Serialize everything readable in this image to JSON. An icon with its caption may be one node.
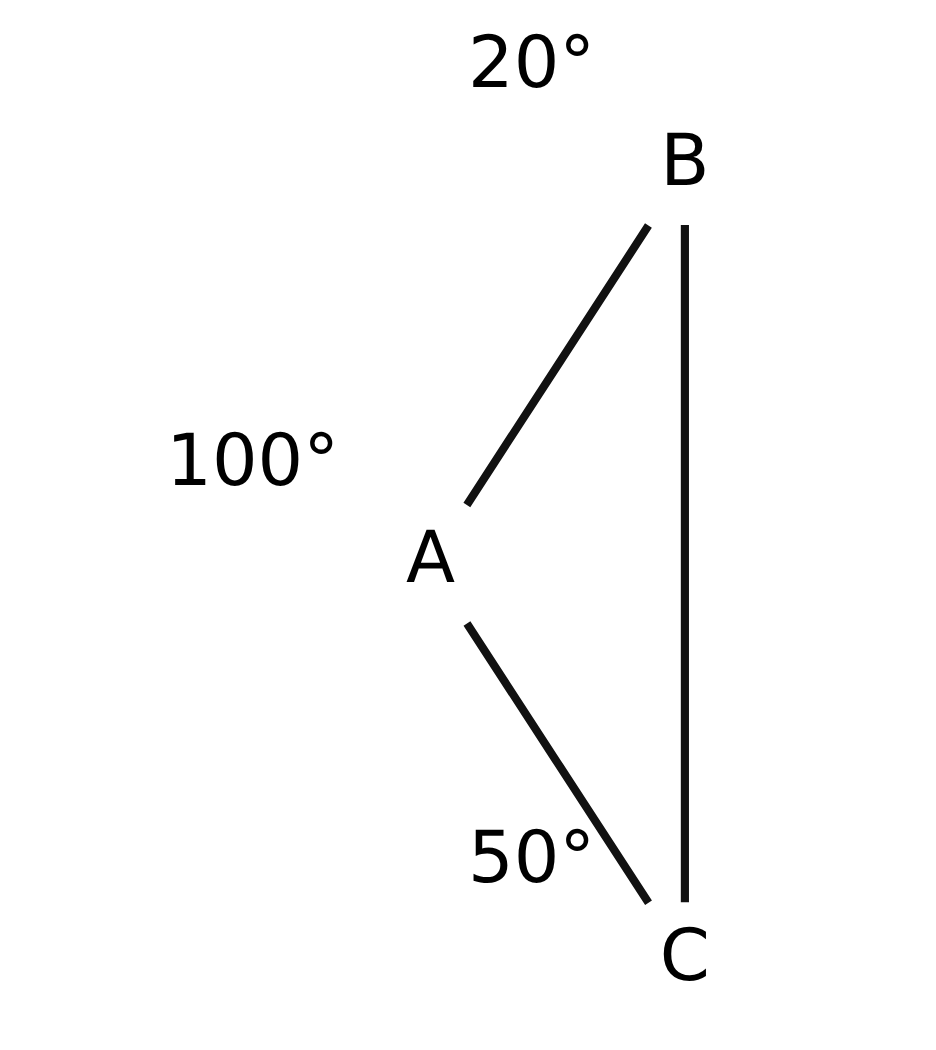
{
  "diagram": {
    "nodes": [
      {
        "text": [
          "B"
        ],
        "beside": [
          "20°"
        ]
      },
      {
        "text": [
          "A"
        ],
        "beside": [
          "100°"
        ]
      },
      {
        "text": [
          "C"
        ],
        "beside": [
          "50°"
        ]
      }
    ],
    "edges": [
      {
        "from": 0,
        "to": 1,
        "arrow": "none"
      },
      {
        "from": 1,
        "to": 2,
        "arrow": "none"
      },
      {
        "from": 0,
        "to": 2,
        "arrow": "none"
      }
    ]
  }
}
